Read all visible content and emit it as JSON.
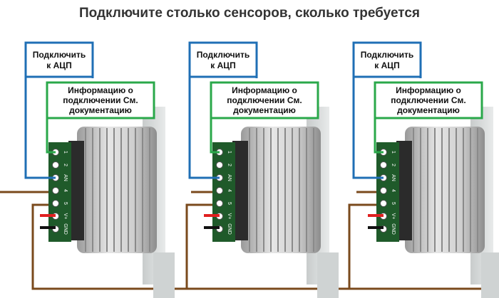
{
  "title": "Подключите столько сенсоров, сколько требуется",
  "units": [
    {
      "adc_label": "Подключить\nк АЦП",
      "info_label": "Информацию о\nподключении См.\nдокументацию",
      "pins": [
        "1",
        "2",
        "AN",
        "4",
        "5",
        "V+",
        "GND"
      ]
    },
    {
      "adc_label": "Подключить\nк АЦП",
      "info_label": "Информацию о\nподключении См.\nдокументацию",
      "pins": [
        "1",
        "2",
        "AN",
        "4",
        "5",
        "V+",
        "GND"
      ]
    },
    {
      "adc_label": "Подключить\nк АЦП",
      "info_label": "Информацию о\nподключении См.\nдокументацию",
      "pins": [
        "1",
        "2",
        "AN",
        "4",
        "5",
        "V+",
        "GND"
      ]
    }
  ],
  "colors": {
    "adc_wire": "#1f6fb5",
    "info_wire": "#2aa84a",
    "bus_wire": "#7a4a1c",
    "v_plus": "#e02020",
    "gnd": "#111111"
  }
}
